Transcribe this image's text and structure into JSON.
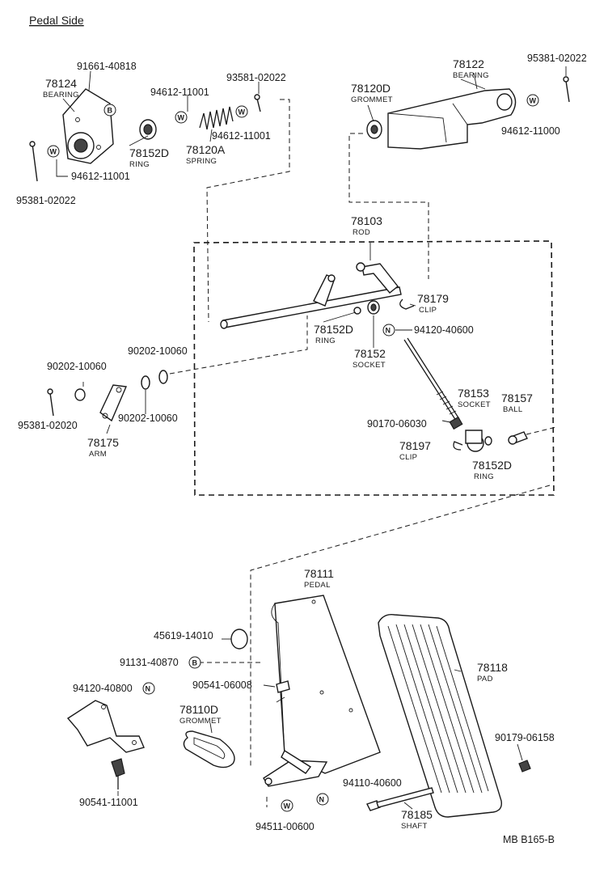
{
  "title": "Pedal Side",
  "footer_code": "MB  B165-B",
  "symbols": {
    "B": "B",
    "W": "W",
    "N": "N"
  },
  "labels": {
    "p91661_40818": "91661-40818",
    "p78124": "78124",
    "p78124_name": "BEARING",
    "p94612_11001_a": "94612-11001",
    "p93581_02022": "93581-02022",
    "p94612_11001_b": "94612-11001",
    "p78152D_a": "78152D",
    "p78152D_a_name": "RING",
    "p78120A": "78120A",
    "p78120A_name": "SPRING",
    "p94612_11001_c": "94612-11001",
    "p95381_02022_a": "95381-02022",
    "p78120D": "78120D",
    "p78120D_name": "GROMMET",
    "p78122": "78122",
    "p78122_name": "BEARING",
    "p95381_02022_b": "95381-02022",
    "p94612_11000": "94612-11000",
    "p78103": "78103",
    "p78103_name": "ROD",
    "p78179": "78179",
    "p78179_name": "CLIP",
    "p78152D_b": "78152D",
    "p78152D_b_name": "RING",
    "p94120_40600": "94120-40600",
    "p78152": "78152",
    "p78152_name": "SOCKET",
    "p90202_10060_a": "90202-10060",
    "p90202_10060_b": "90202-10060",
    "p90202_10060_c": "90202-10060",
    "p95381_02020": "95381-02020",
    "p78175": "78175",
    "p78175_name": "ARM",
    "p78153": "78153",
    "p78153_name": "SOCKET",
    "p78157": "78157",
    "p78157_name": "BALL",
    "p90170_06030": "90170-06030",
    "p78197": "78197",
    "p78197_name": "CLIP",
    "p78152D_c": "78152D",
    "p78152D_c_name": "RING",
    "p78111": "78111",
    "p78111_name": "PEDAL",
    "p45619_14010": "45619-14010",
    "p91131_40870": "91131-40870",
    "p94120_40800": "94120-40800",
    "p90541_06008": "90541-06008",
    "p78110D": "78110D",
    "p78110D_name": "GROMMET",
    "p78118": "78118",
    "p78118_name": "PAD",
    "p90179_06158": "90179-06158",
    "p90541_11001": "90541-11001",
    "p94110_40600": "94110-40600",
    "p94511_00600": "94511-00600",
    "p78185": "78185",
    "p78185_name": "SHAFT"
  }
}
